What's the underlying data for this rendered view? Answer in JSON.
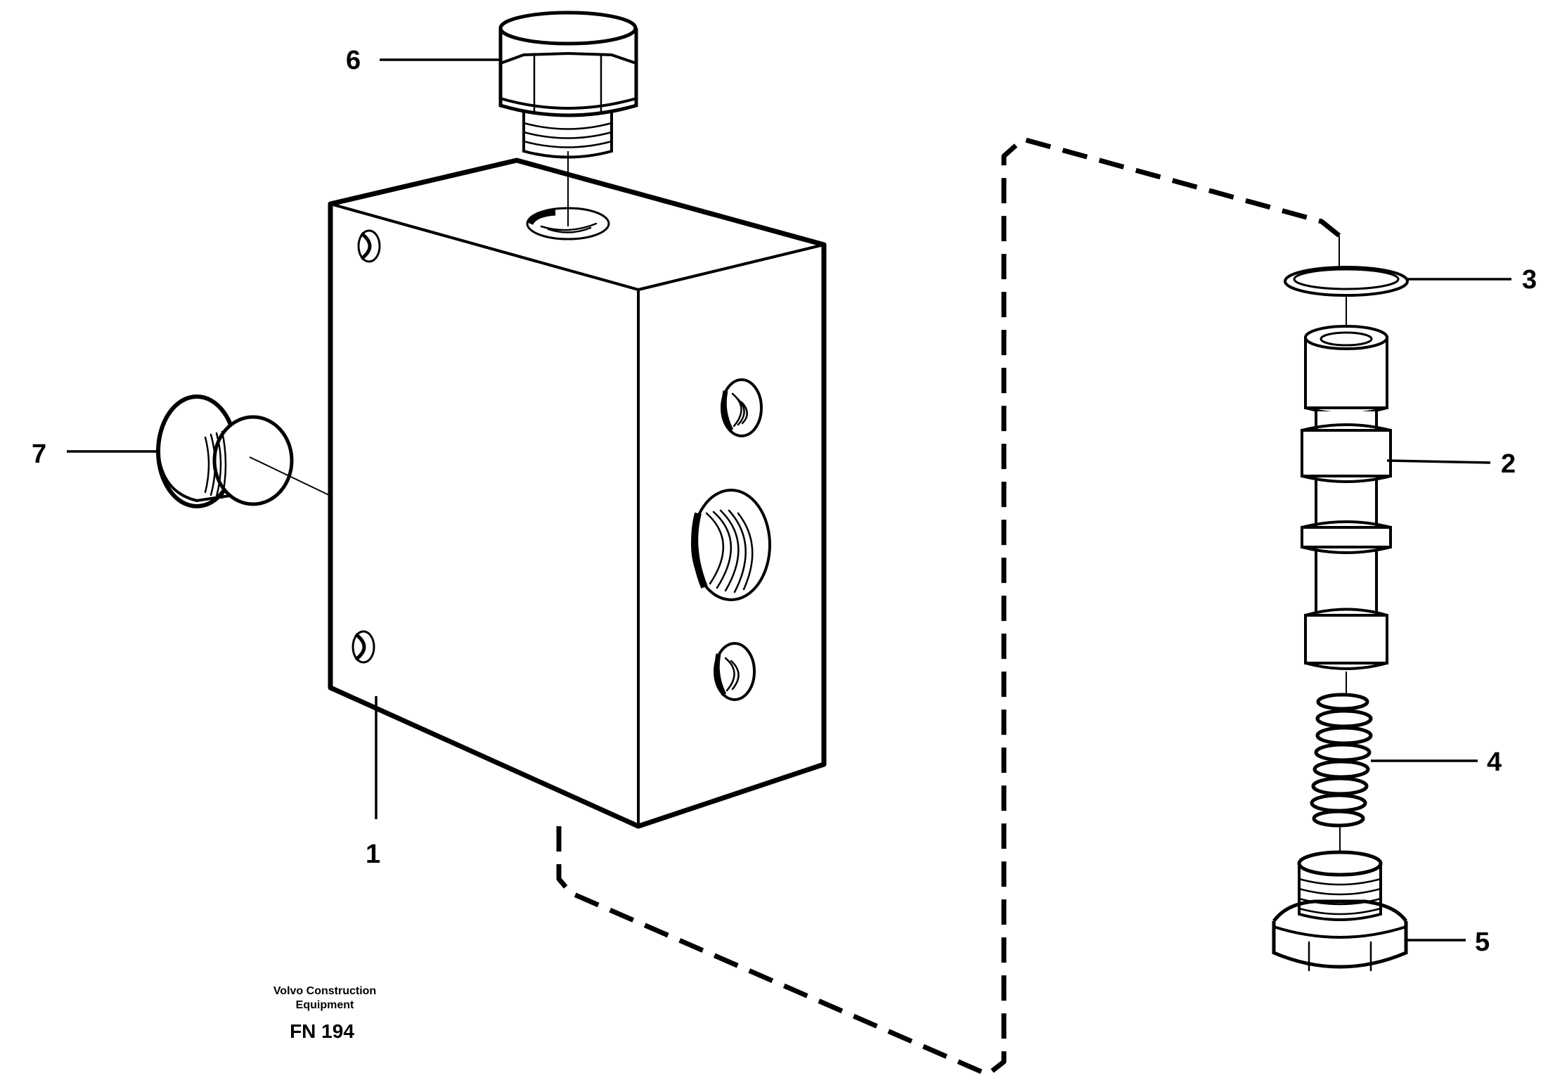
{
  "callouts": {
    "n1": "1",
    "n2": "2",
    "n3": "3",
    "n4": "4",
    "n5": "5",
    "n6": "6",
    "n7": "7"
  },
  "footer": {
    "brand_line1": "Volvo Construction",
    "brand_line2": "Equipment",
    "code": "FN 194"
  }
}
